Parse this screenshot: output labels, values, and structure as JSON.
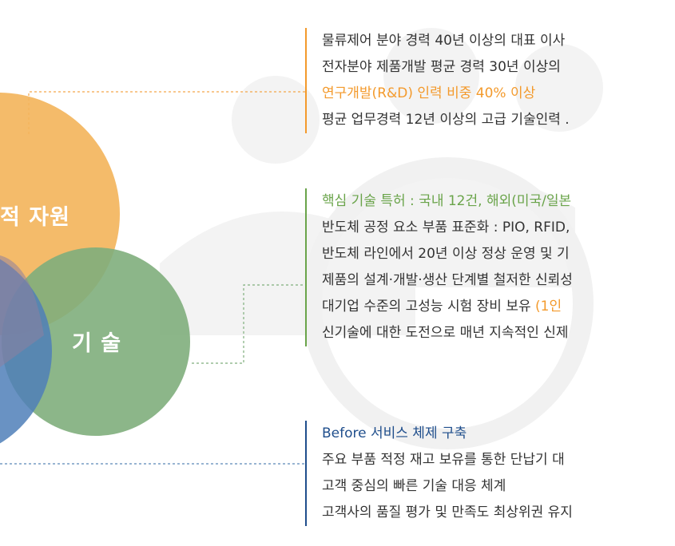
{
  "colors": {
    "human_accent": "#f39a2c",
    "tech_accent": "#6aa44a",
    "service_accent": "#1f4e8c",
    "text": "#333333",
    "circle_orange": "#f3b45a",
    "circle_green": "#7fae7c",
    "circle_blue": "#5b86b8"
  },
  "venn": {
    "human_label": "적 자원",
    "tech_label": "기 술"
  },
  "blocks": [
    {
      "id": "human",
      "lines": [
        {
          "text": "물류제어 분야 경력 40년 이상의 대표 이사",
          "color": "text"
        },
        {
          "text": "전자분야 제품개발 평균 경력 30년 이상의",
          "color": "text"
        },
        {
          "text": "연구개발(R&D) 인력 비중 40% 이상",
          "color": "human_accent"
        },
        {
          "text": "평균 업무경력 12년 이상의 고급 기술인력 .",
          "color": "text"
        }
      ]
    },
    {
      "id": "tech",
      "lines": [
        {
          "text": "핵심 기술 특허 : 국내 12건, 해외(미국/일본",
          "color": "tech_accent"
        },
        {
          "text": "반도체 공정 요소 부품 표준화 : PIO, RFID,",
          "color": "text"
        },
        {
          "text": "반도체 라인에서 20년 이상 정상 운영 및 기",
          "color": "text"
        },
        {
          "text": "제품의 설계·개발·생산 단계별 철저한 신뢰성",
          "color": "text"
        },
        {
          "text": "대기업 수준의 고성능 시험 장비 보유 (1인",
          "color": "text",
          "highlight": "(1인"
        },
        {
          "text": "신기술에 대한 도전으로 매년 지속적인 신제",
          "color": "text"
        }
      ]
    },
    {
      "id": "service",
      "lines": [
        {
          "text": "Before 서비스 체제 구축",
          "color": "service_accent"
        },
        {
          "text": "주요 부품 적정 재고 보유를 통한 단납기 대",
          "color": "text"
        },
        {
          "text": "고객 중심의 빠른 기술 대응 체계",
          "color": "text"
        },
        {
          "text": "고객사의 품질 평가 및 만족도 최상위권 유지",
          "color": "text"
        }
      ]
    }
  ]
}
